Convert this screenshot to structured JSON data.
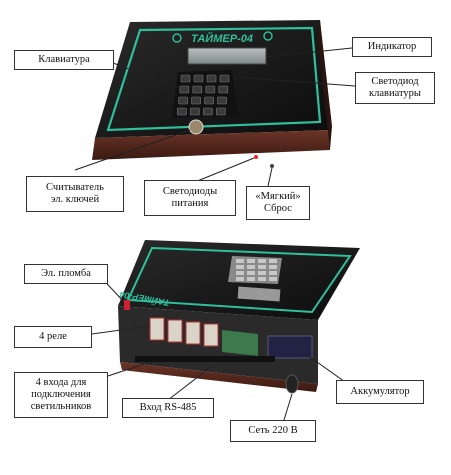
{
  "device": {
    "brand_text": "ТАЙМЕР-04",
    "brand_text_rear": "ТАЙМЕР-04"
  },
  "labels": {
    "keyboard": "Клавиатура",
    "indicator": "Индикатор",
    "keyboard_led": [
      "Светодиод",
      "клавиатуры"
    ],
    "key_reader": [
      "Считыватель",
      "эл. ключей"
    ],
    "power_leds": [
      "Светодиоды",
      "питания"
    ],
    "soft_reset": [
      "«Мягкий»",
      "Сброс"
    ],
    "el_seal": "Эл. пломба",
    "relays": "4 реле",
    "lamp_inputs": [
      "4 входа для",
      "подключения",
      "светильников"
    ],
    "rs485": "Вход RS-485",
    "battery": "Аккумулятор",
    "mains": "Сеть 220 В"
  },
  "colors": {
    "body": "#1a1a1a",
    "panel_line": "#2fbf9a",
    "side": "#5a2a1e",
    "label_border": "#333333"
  }
}
